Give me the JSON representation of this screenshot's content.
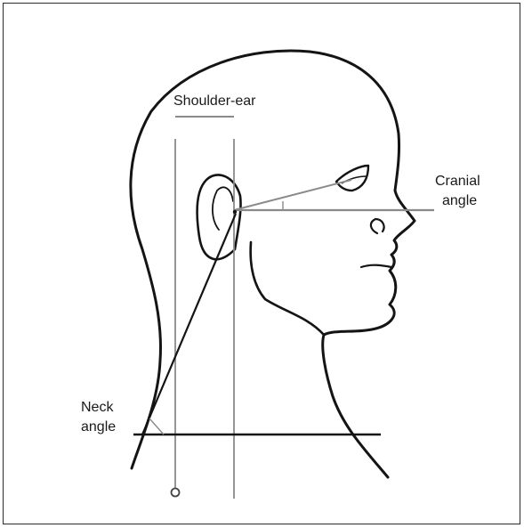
{
  "labels": {
    "shoulder_ear": "Shoulder-ear",
    "cranial_line1": "Cranial",
    "cranial_line2": "angle",
    "neck_line1": "Neck",
    "neck_line2": "angle"
  },
  "colors": {
    "outline": "#141414",
    "reference_lines": "#8a8a8a",
    "frame": "#2b2b2b",
    "background": "#ffffff"
  }
}
